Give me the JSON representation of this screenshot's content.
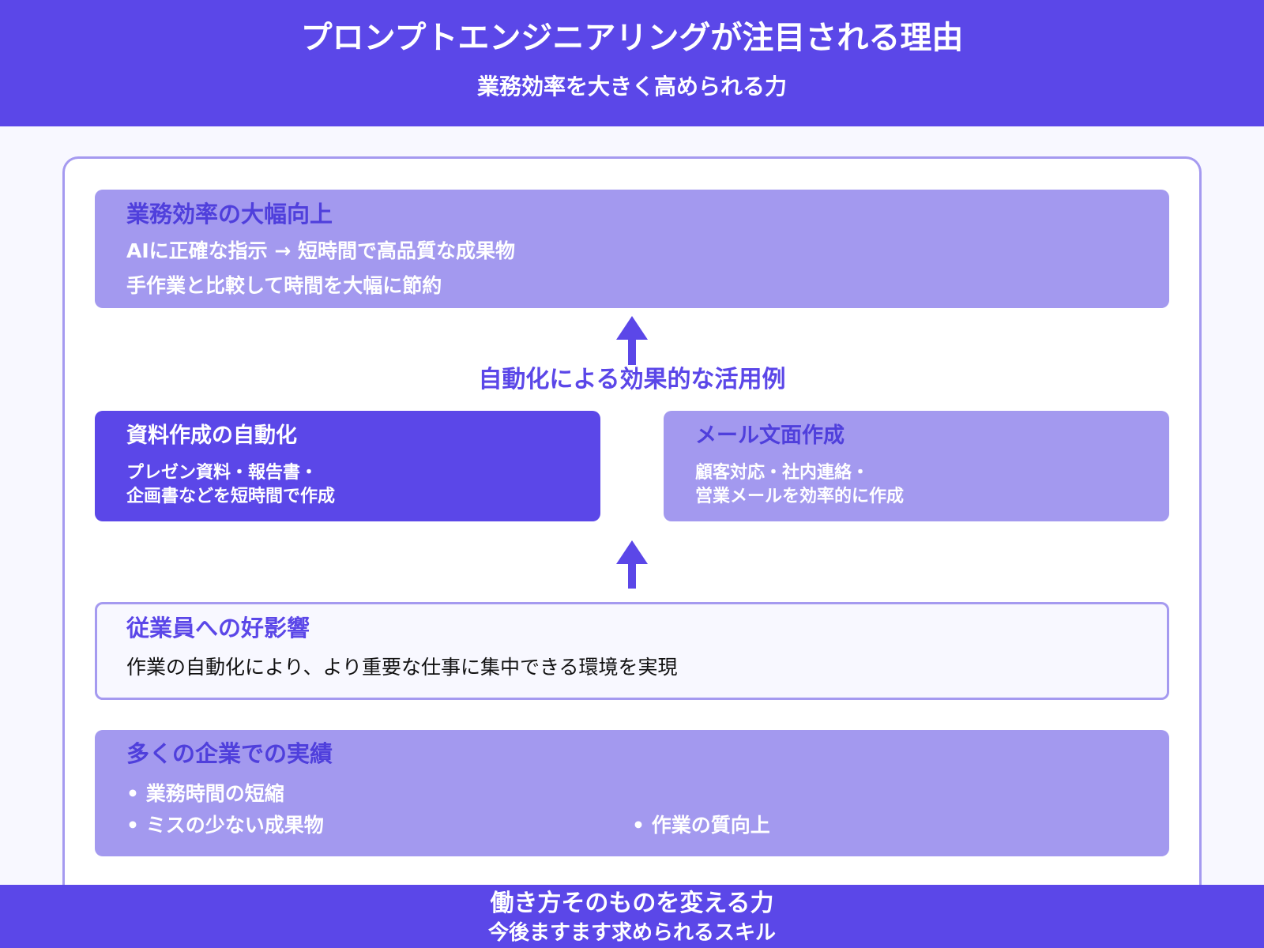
{
  "header": {
    "title": "プロンプトエンジニアリングが注目される理由",
    "subtitle": "業務効率を大きく高められる力"
  },
  "efficiency": {
    "title": "業務効率の大幅向上",
    "lines": [
      "AIに正確な指示 → 短時間で高品質な成果物",
      "手作業と比較して時間を大幅に節約"
    ]
  },
  "examples_label": "自動化による効果的な活用例",
  "examples": [
    {
      "title": "資料作成の自動化",
      "lines": [
        "プレゼン資料・報告書・",
        "企画書などを短時間で作成"
      ]
    },
    {
      "title": "メール文面作成",
      "lines": [
        "顧客対応・社内連絡・",
        "営業メールを効率的に作成"
      ]
    }
  ],
  "employees": {
    "title": "従業員への好影響",
    "body": "作業の自動化により、より重要な仕事に集中できる環境を実現"
  },
  "achievements": {
    "title": "多くの企業での実績",
    "items": [
      "業務時間の短縮",
      "ミスの少ない成果物",
      "作業の質向上"
    ]
  },
  "footer": {
    "line1": "働き方そのものを変える力",
    "line2": "今後ますます求められるスキル"
  },
  "colors": {
    "primary": "#5b47e8",
    "light": "#a399ef",
    "border": "#a59af0",
    "background": "#f8f8ff"
  },
  "icons": {
    "arrow_up_top": "arrow-up-icon",
    "arrow_up_bottom": "arrow-up-icon"
  }
}
